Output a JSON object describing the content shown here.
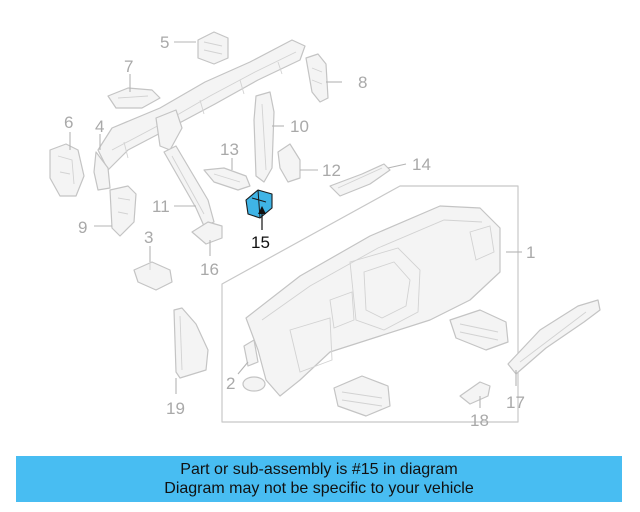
{
  "colors": {
    "highlight": "#3fb4e6",
    "banner": "#48bdf2",
    "line_art": "#c8c8c8",
    "callout_text": "#a9a9a9",
    "highlight_text": "#111111"
  },
  "diagram": {
    "highlighted_part": "15",
    "callouts": {
      "c1": "1",
      "c2": "2",
      "c3": "3",
      "c4": "4",
      "c5": "5",
      "c6": "6",
      "c7": "7",
      "c8": "8",
      "c9": "9",
      "c10": "10",
      "c11": "11",
      "c12": "12",
      "c13": "13",
      "c14": "14",
      "c15": "15",
      "c16": "16",
      "c17": "17",
      "c18": "18",
      "c19": "19"
    }
  },
  "banner": {
    "line1": "Part or sub-assembly is #15 in diagram",
    "line2": "Diagram may not be specific to your vehicle"
  }
}
